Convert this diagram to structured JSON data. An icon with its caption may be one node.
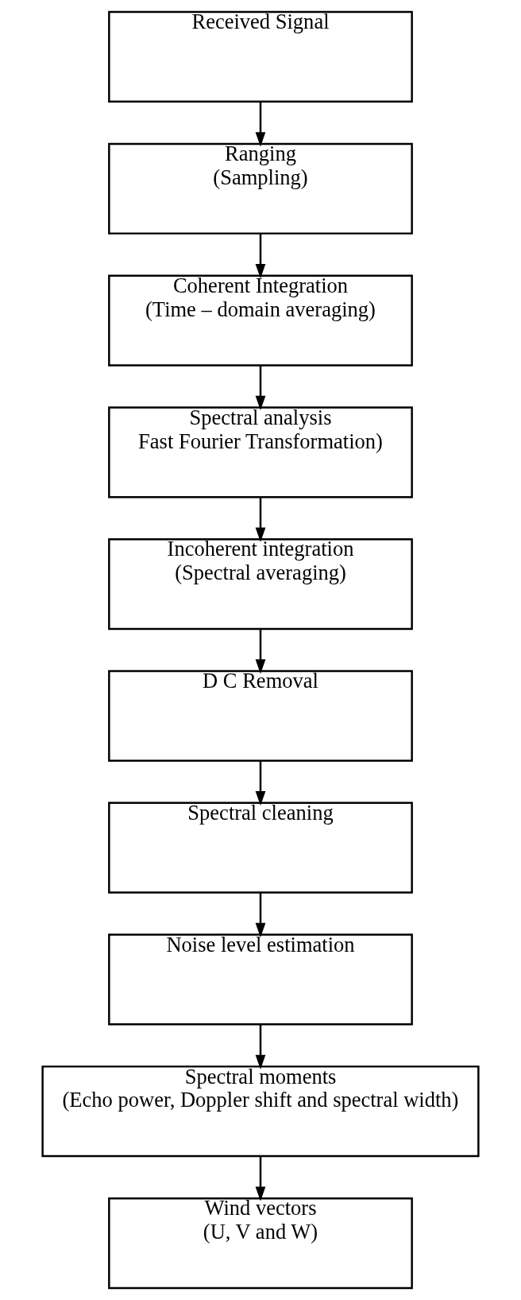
{
  "diagram": {
    "nodes": [
      {
        "text": [
          "Received Signal"
        ]
      },
      {
        "text": [
          "Ranging",
          "(Sampling)"
        ]
      },
      {
        "text": [
          "Coherent Integration",
          "(Time – domain averaging)"
        ]
      },
      {
        "text": [
          "Spectral analysis",
          "Fast Fourier Transformation)"
        ]
      },
      {
        "text": [
          "Incoherent integration",
          "(Spectral averaging)"
        ]
      },
      {
        "text": [
          "D C Removal"
        ]
      },
      {
        "text": [
          "Spectral cleaning"
        ]
      },
      {
        "text": [
          "Noise level estimation"
        ]
      },
      {
        "text": [
          "Spectral moments",
          "(Echo power, Doppler shift and spectral width)"
        ]
      },
      {
        "text": [
          "Wind vectors",
          "(U, V and W)"
        ]
      }
    ],
    "edges": [
      {
        "from": 0,
        "to": 1,
        "arrow": "to"
      },
      {
        "from": 1,
        "to": 2,
        "arrow": "to"
      },
      {
        "from": 2,
        "to": 3,
        "arrow": "to"
      },
      {
        "from": 3,
        "to": 4,
        "arrow": "to"
      },
      {
        "from": 4,
        "to": 5,
        "arrow": "to"
      },
      {
        "from": 5,
        "to": 6,
        "arrow": "to"
      },
      {
        "from": 6,
        "to": 7,
        "arrow": "to"
      },
      {
        "from": 7,
        "to": 8,
        "arrow": "to"
      },
      {
        "from": 8,
        "to": 9,
        "arrow": "to"
      }
    ]
  }
}
